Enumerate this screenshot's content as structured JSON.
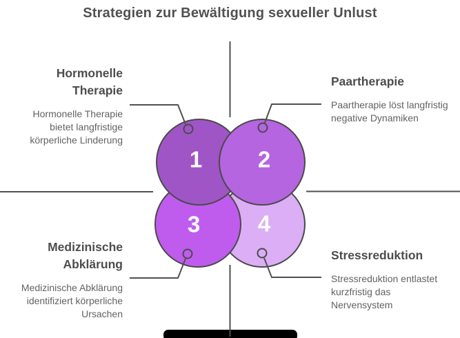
{
  "title": {
    "text": "Strategien zur Bewältigung sexueller Unlust"
  },
  "steps": [
    {
      "number": "1",
      "heading": "Hormonelle Therapie",
      "description": "Hormonelle Therapie bietet langfristige körperliche Linderung",
      "circle_color": "#a055c6"
    },
    {
      "number": "2",
      "heading": "Paartherapie",
      "description": "Paartherapie löst langfristig negative Dynamiken",
      "circle_color": "#b565e0"
    },
    {
      "number": "3",
      "heading": "Medizinische Abklärung",
      "description": "Medizinische Abklärung identifiziert körperliche Ursachen",
      "circle_color": "#bf5cee"
    },
    {
      "number": "4",
      "heading": "Stressreduktion",
      "description": "Stressreduktion entlastet kurzfristig das Nervensystem",
      "circle_color": "#dcaef5"
    }
  ],
  "colors": {
    "outline": "#4a4a4a",
    "title_text": "#515153",
    "heading_text": "#4d4d4f",
    "body_text": "#626264",
    "background": "#ffffff",
    "footer_bar": "#000000"
  }
}
